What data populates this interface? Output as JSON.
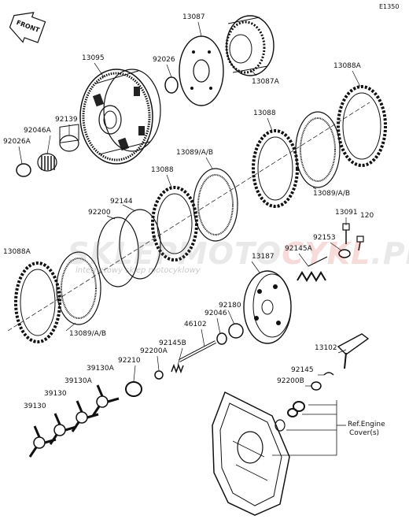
{
  "diagram_code": "E1350",
  "front_label": "FRONT",
  "watermark": {
    "part1": "SKLEP",
    "part2": "MOTO",
    "part3": "CYKL",
    "part4": ".PL",
    "subtitle": "internetowy sklep motocyklowy",
    "color_main": "#7a7a7a",
    "color_accent": "#d02020"
  },
  "part_labels": [
    "13087",
    "13087A",
    "13095",
    "92026",
    "13088A",
    "92139",
    "92046A",
    "92026A",
    "13088",
    "13089/A/B",
    "13088",
    "13089/A/B",
    "92144",
    "92200",
    "13091",
    "120",
    "92153",
    "13088A",
    "92145A",
    "13187",
    "13089/A/B",
    "92180",
    "92046",
    "46102",
    "92145B",
    "92200A",
    "92210",
    "39130A",
    "39130A",
    "39130",
    "39130",
    "13102",
    "92145",
    "92200B"
  ],
  "ref_label_line1": "Ref.Engine",
  "ref_label_line2": "Cover(s)"
}
